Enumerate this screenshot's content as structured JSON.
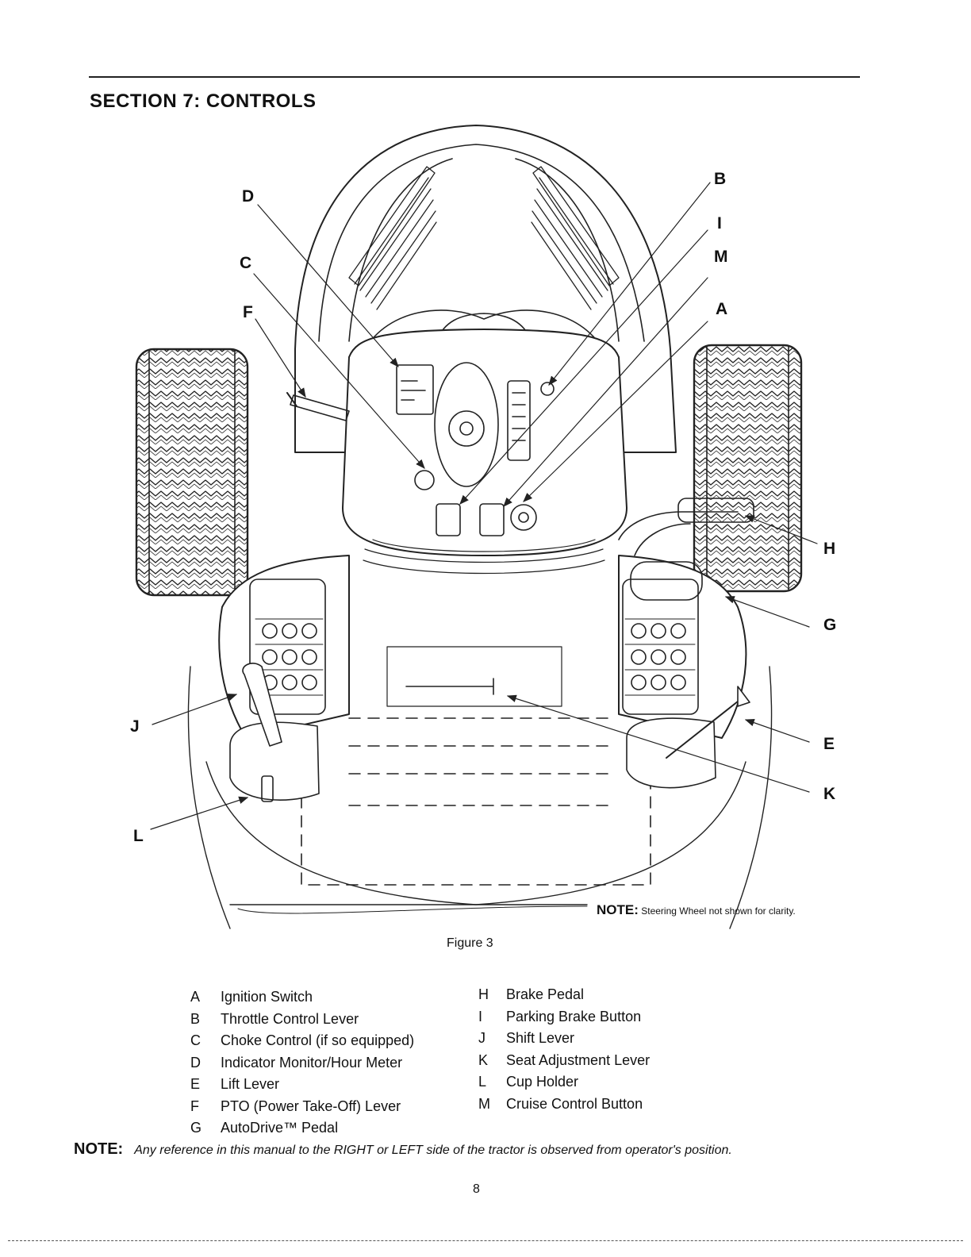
{
  "header": {
    "title": "SECTION 7:  CONTROLS"
  },
  "figure": {
    "callouts": {
      "A": "A",
      "B": "B",
      "C": "C",
      "D": "D",
      "E": "E",
      "F": "F",
      "G": "G",
      "H": "H",
      "I": "I",
      "J": "J",
      "K": "K",
      "L": "L",
      "M": "M"
    },
    "note_label": "NOTE:",
    "note_text": "Steering Wheel not shown for clarity.",
    "caption": "Figure 3"
  },
  "legend": {
    "left": [
      {
        "key": "A",
        "label": "Ignition Switch"
      },
      {
        "key": "B",
        "label": "Throttle Control Lever"
      },
      {
        "key": "C",
        "label": "Choke Control (if so equipped)"
      },
      {
        "key": "D",
        "label": "Indicator Monitor/Hour Meter"
      },
      {
        "key": "E",
        "label": "Lift Lever"
      },
      {
        "key": "F",
        "label": "PTO (Power Take-Off) Lever"
      },
      {
        "key": "G",
        "label": "AutoDrive™ Pedal"
      }
    ],
    "right": [
      {
        "key": "H",
        "label": "Brake Pedal"
      },
      {
        "key": "I",
        "label": "Parking Brake Button"
      },
      {
        "key": "J",
        "label": "Shift Lever"
      },
      {
        "key": "K",
        "label": "Seat Adjustment Lever"
      },
      {
        "key": "L",
        "label": "Cup Holder"
      },
      {
        "key": "M",
        "label": "Cruise Control Button"
      }
    ]
  },
  "footer": {
    "note_label": "NOTE:",
    "note_text": "Any reference in this manual to the RIGHT or LEFT side of the tractor is observed from operator's position.",
    "page_number": "8"
  }
}
